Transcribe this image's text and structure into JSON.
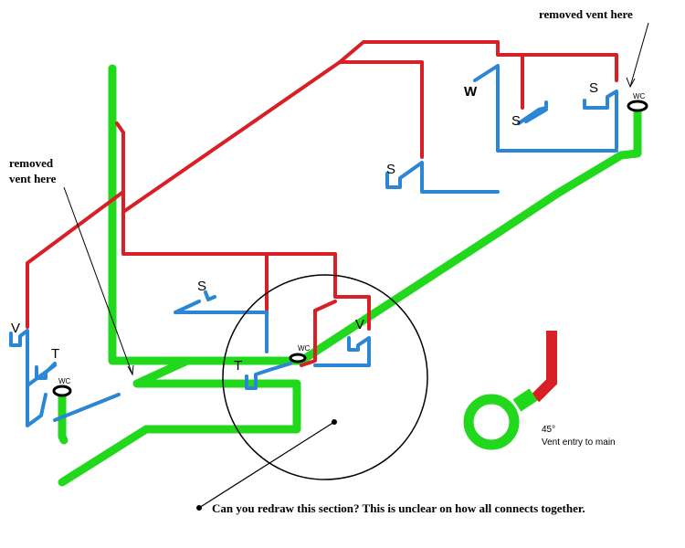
{
  "colors": {
    "vent": "#d81f26",
    "drain": "#2b86d6",
    "main": "#22d81c",
    "ink": "#000000"
  },
  "annotations": {
    "removed_vent_right": "removed vent here",
    "removed_vent_left_line1": "removed",
    "removed_vent_left_line2": "vent here",
    "question": "Can you redraw this section?  This is unclear on how all connects together."
  },
  "fixture_labels": {
    "w": "W",
    "s_upper_left": "S",
    "s_upper_mid": "S",
    "s_upper_right": "S",
    "s_middle": "S",
    "v_left": "V",
    "v_center": "V",
    "t_left": "T",
    "t_center": "T",
    "wc_right": "WC",
    "wc_center": "WC",
    "wc_left": "WC"
  },
  "legend": {
    "angle": "45°",
    "caption": "Vent entry to main"
  }
}
